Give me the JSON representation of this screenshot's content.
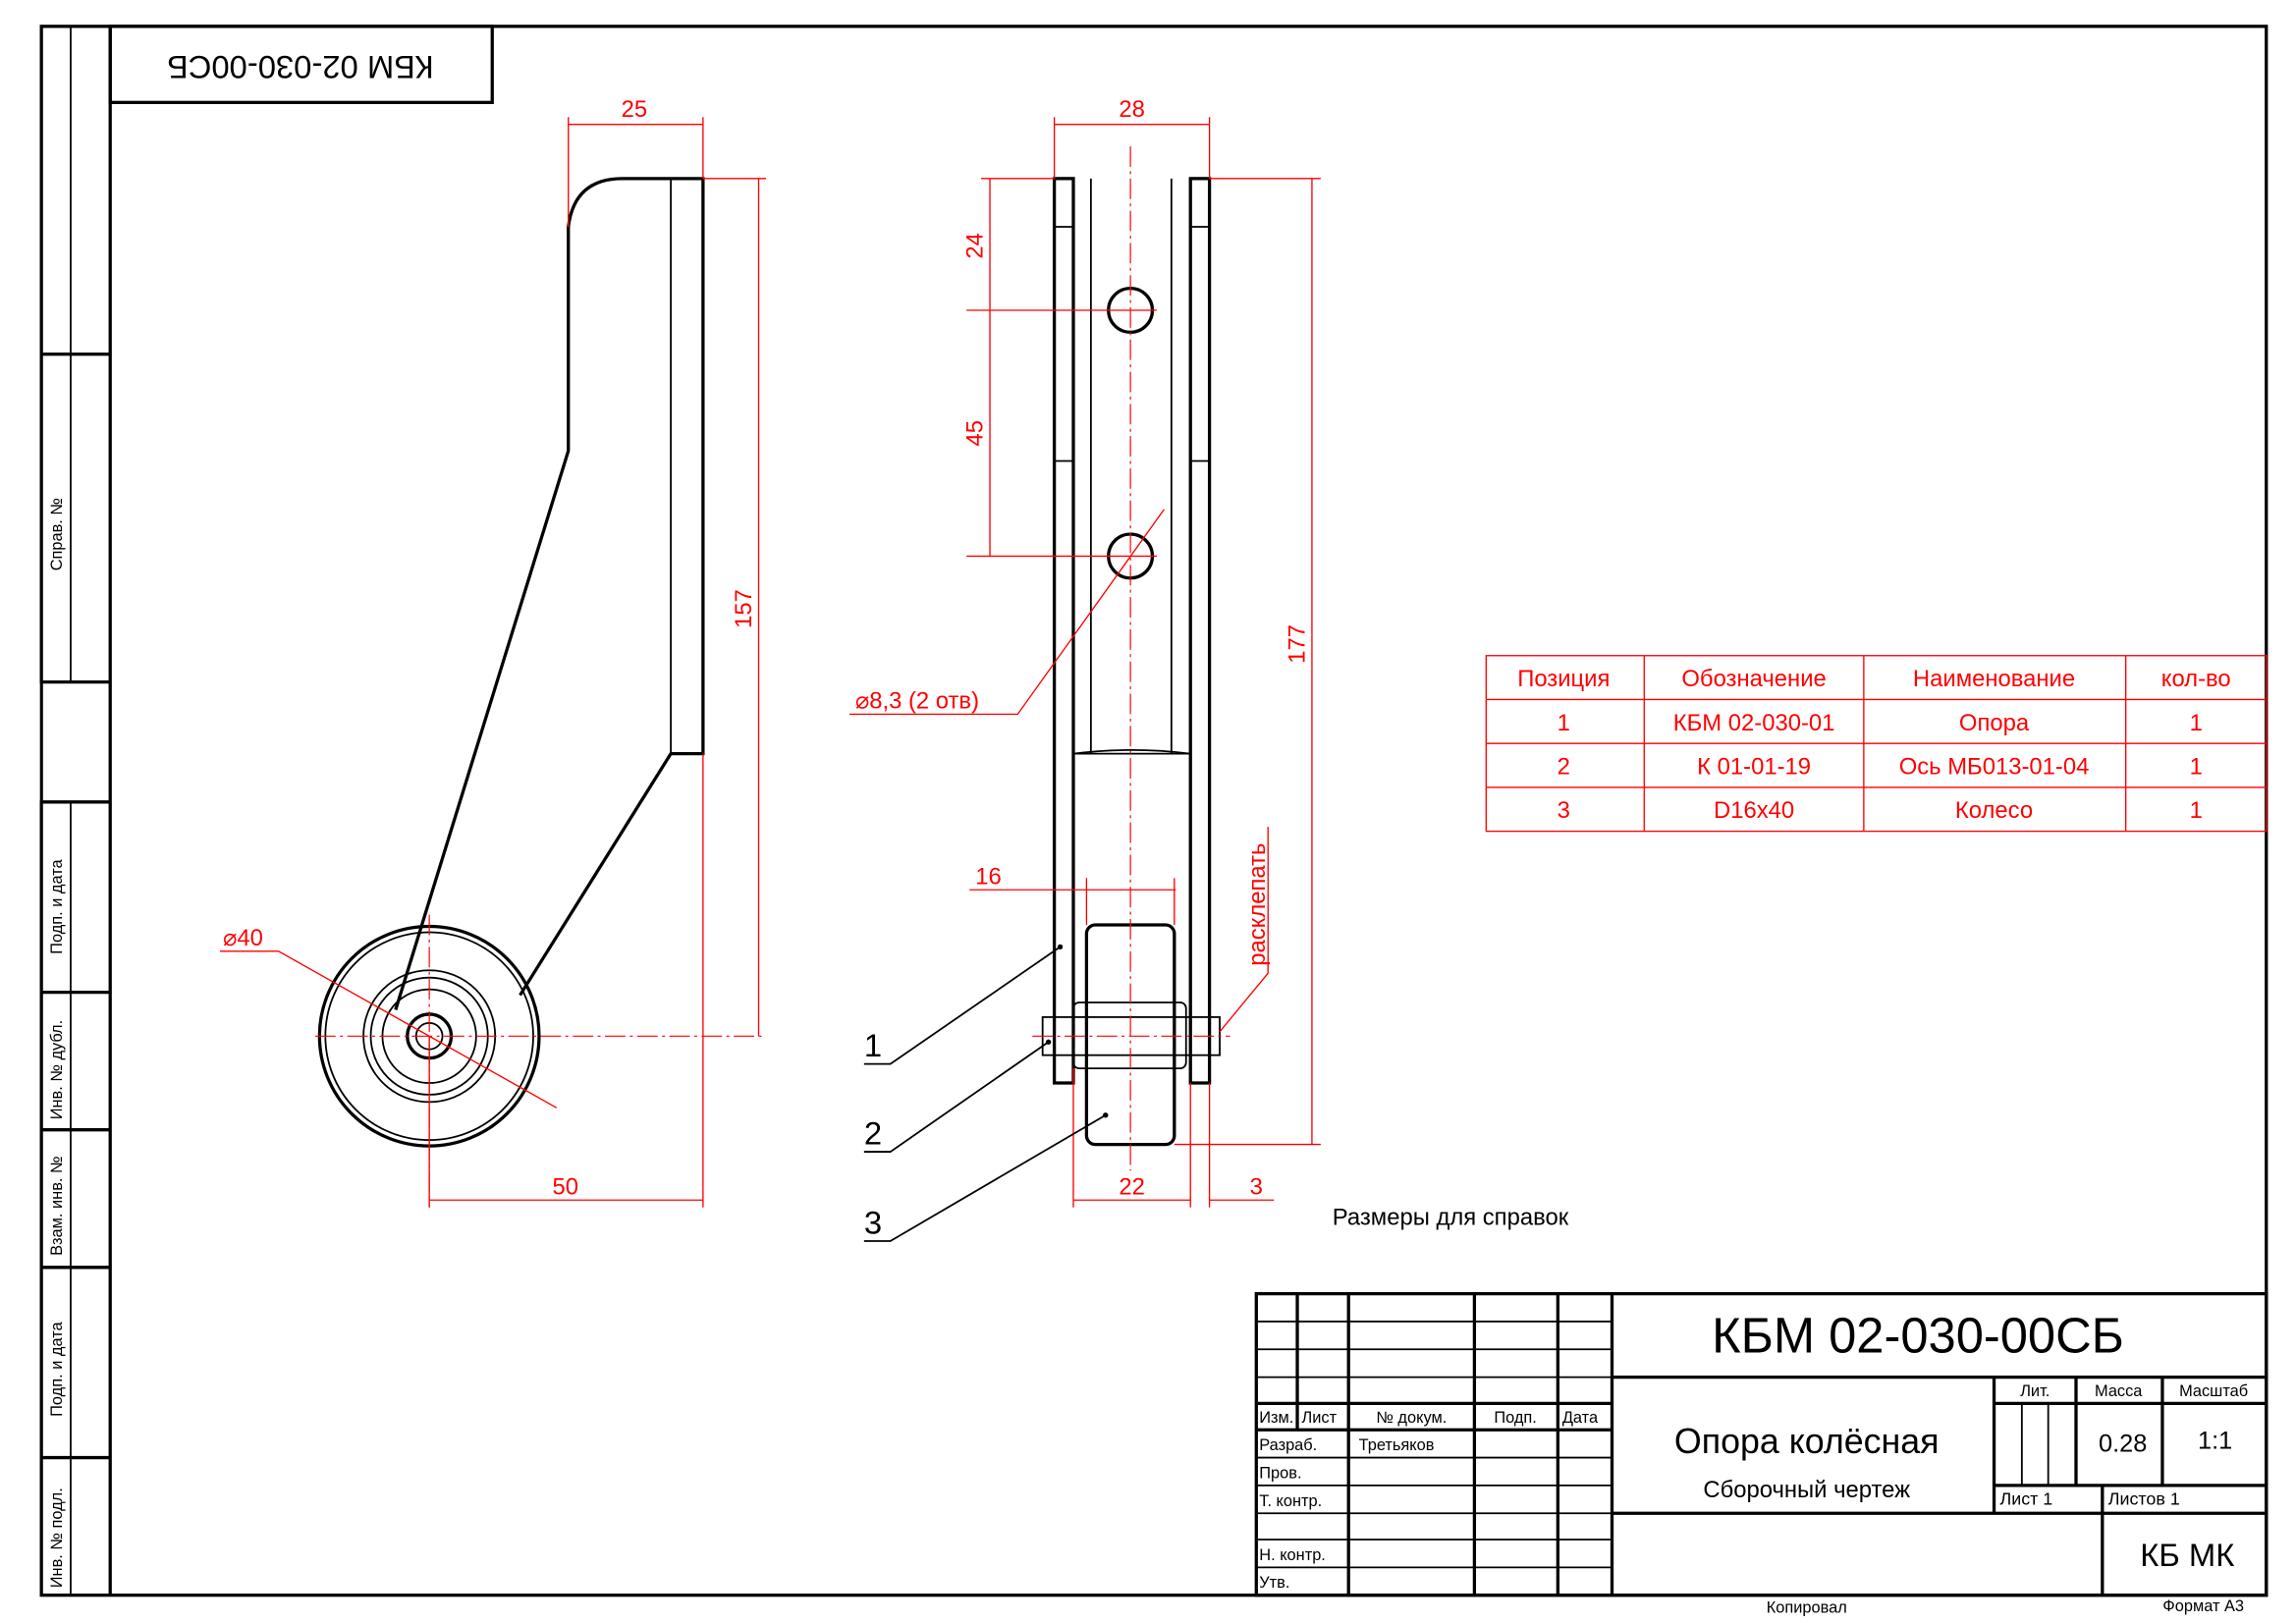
{
  "sheet": {
    "corner_stamp": "КБМ 02-030-00СБ",
    "side_labels": [
      "Справ. №",
      "Подп. и дата",
      "Инв. № дубл.",
      "Взам. инв. №",
      "Подп. и дата",
      "Инв. № подл."
    ],
    "footer_copied": "Копировал",
    "footer_format": "Формат А3"
  },
  "title_block": {
    "designation": "КБМ 02-030-00СБ",
    "name": "Опора колёсная",
    "doc_type": "Сборочный чертеж",
    "headers": {
      "izm": "Изм.",
      "list": "Лист",
      "doc_no": "№ докум.",
      "sign": "Подп.",
      "date": "Дата"
    },
    "roles": {
      "developer": "Разраб.",
      "checked": "Пров.",
      "tech_control": "Т. контр.",
      "norm_control": "Н. контр.",
      "approved": "Утв."
    },
    "developer_name": "Третьяков",
    "lit_label": "Лит.",
    "mass_label": "Масса",
    "scale_label": "Масштаб",
    "mass": "0.28",
    "scale": "1:1",
    "sheet": "Лист 1",
    "sheets": "Листов 1",
    "organization": "КБ МК"
  },
  "parts_table": {
    "headers": [
      "Позиция",
      "Обозначение",
      "Наименование",
      "кол-во"
    ],
    "rows": [
      [
        "1",
        "КБМ 02-030-01",
        "Опора",
        "1"
      ],
      [
        "2",
        "К 01-01-19",
        "Ось МБ013-01-04",
        "1"
      ],
      [
        "3",
        "D16x40",
        "Колесо",
        "1"
      ]
    ]
  },
  "dimensions": {
    "front_width": "25",
    "front_height": "157",
    "front_offset": "50",
    "wheel_diameter": "⌀40",
    "side_width": "28",
    "hole_offset": "24",
    "hole_spacing": "45",
    "side_height": "177",
    "hole_note": "⌀8,3 (2 отв)",
    "inner_width": "16",
    "wheel_width": "22",
    "axle_protrusion": "3",
    "rivet_note": "расклепать"
  },
  "callouts": [
    "1",
    "2",
    "3"
  ],
  "note": "Размеры для справок"
}
